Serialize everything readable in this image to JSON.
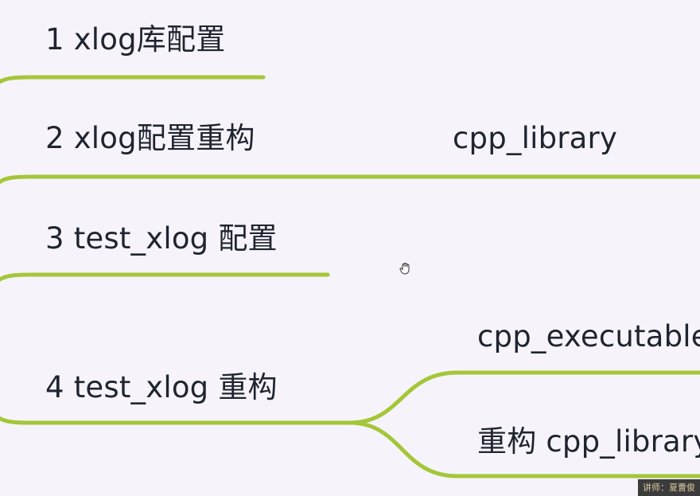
{
  "mindmap": {
    "nodes": [
      {
        "id": "n1",
        "label": "1 xlog库配置"
      },
      {
        "id": "n2",
        "label": "2 xlog配置重构"
      },
      {
        "id": "n3",
        "label": "3 test_xlog 配置"
      },
      {
        "id": "n4",
        "label": "4 test_xlog 重构"
      },
      {
        "id": "n5",
        "label": "cpp_library"
      },
      {
        "id": "n6",
        "label": "cpp_executable"
      },
      {
        "id": "n7",
        "label": "重构 cpp_library"
      }
    ],
    "edges": [
      {
        "from": "n2",
        "to": "n5"
      },
      {
        "from": "n4",
        "to": "n6"
      },
      {
        "from": "n4",
        "to": "n7"
      }
    ],
    "line_color": "#a4c639"
  },
  "watermark": {
    "text": "讲师：夏曹俊"
  },
  "cursor": {
    "icon": "hand-cursor-icon"
  }
}
